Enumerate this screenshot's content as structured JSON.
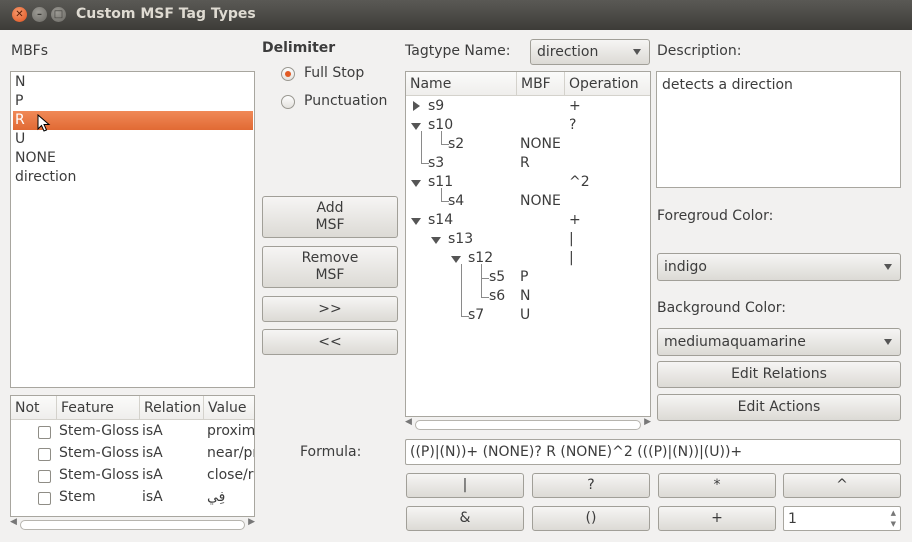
{
  "window": {
    "title": "Custom MSF Tag Types"
  },
  "mbfs": {
    "label": "MBFs",
    "items": [
      "N",
      "P",
      "R",
      "U",
      "NONE",
      "direction"
    ],
    "selected_index": 2
  },
  "delimiter": {
    "label": "Delimiter",
    "options": [
      "Full Stop",
      "Punctuation"
    ],
    "selected": "Full Stop"
  },
  "buttons": {
    "add_msf": "Add\nMSF",
    "remove_msf": "Remove\nMSF",
    "forward": ">>",
    "back": "<<",
    "edit_relations": "Edit Relations",
    "edit_actions": "Edit Actions"
  },
  "tagtype": {
    "label": "Tagtype Name:",
    "value": "direction"
  },
  "tree": {
    "headers": [
      "Name",
      "MBF",
      "Operation"
    ],
    "rows": [
      {
        "name": "s9",
        "mbf": "",
        "op": "+"
      },
      {
        "name": "s10",
        "mbf": "",
        "op": "?"
      },
      {
        "name": "s2",
        "mbf": "NONE",
        "op": ""
      },
      {
        "name": "s3",
        "mbf": "R",
        "op": ""
      },
      {
        "name": "s11",
        "mbf": "",
        "op": "^2"
      },
      {
        "name": "s4",
        "mbf": "NONE",
        "op": ""
      },
      {
        "name": "s14",
        "mbf": "",
        "op": "+"
      },
      {
        "name": "s13",
        "mbf": "",
        "op": "|"
      },
      {
        "name": "s12",
        "mbf": "",
        "op": "|"
      },
      {
        "name": "s5",
        "mbf": "P",
        "op": ""
      },
      {
        "name": "s6",
        "mbf": "N",
        "op": ""
      },
      {
        "name": "s7",
        "mbf": "U",
        "op": ""
      }
    ]
  },
  "description": {
    "label": "Description:",
    "value": "detects a direction"
  },
  "foreground": {
    "label": "Foregroud Color:",
    "value": "indigo"
  },
  "background": {
    "label": "Background Color:",
    "value": "mediumaquamarine"
  },
  "features": {
    "headers": [
      "Not",
      "Feature",
      "Relation",
      "Value"
    ],
    "rows": [
      {
        "feature": "Stem-Gloss",
        "relation": "isA",
        "value": "proxim"
      },
      {
        "feature": "Stem-Gloss",
        "relation": "isA",
        "value": "near/pr"
      },
      {
        "feature": "Stem-Gloss",
        "relation": "isA",
        "value": "close/r"
      },
      {
        "feature": "Stem",
        "relation": "isA",
        "value": "فِي"
      }
    ]
  },
  "formula": {
    "label": "Formula:",
    "value": "((P)|(N))+ (NONE)? R (NONE)^2 (((P)|(N))|(U))+"
  },
  "operators": [
    "|",
    "?",
    "*",
    "^",
    "&",
    "()",
    "+"
  ],
  "spin": {
    "value": "1"
  }
}
